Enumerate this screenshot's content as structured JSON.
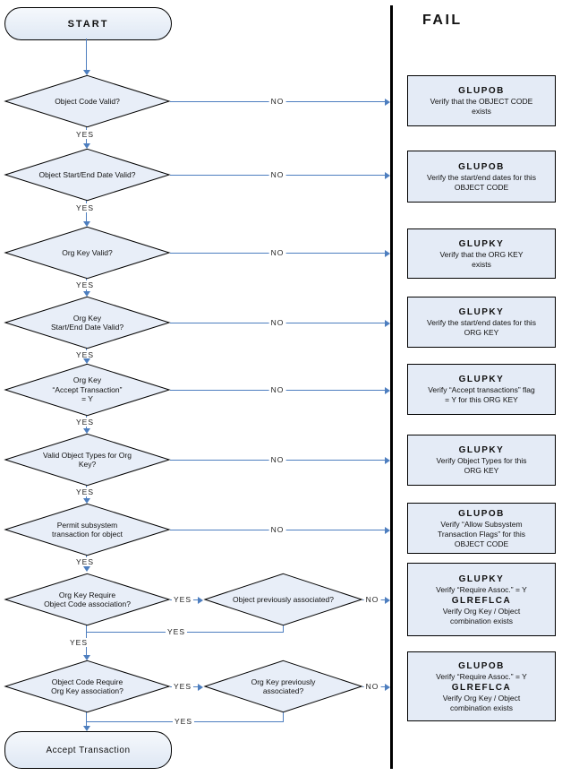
{
  "colors": {
    "line": "#4d7ebf",
    "fill": "#e8eef8",
    "box": "#e4ebf6"
  },
  "labels": {
    "yes": "YES",
    "no": "NO"
  },
  "flow": {
    "start": "START",
    "end": "Accept Transaction",
    "decisions": [
      {
        "label": "Object Code Valid?"
      },
      {
        "label": "Object Start/End Date Valid?"
      },
      {
        "label": "Org Key Valid?"
      },
      {
        "label": "Org Key\nStart/End Date Valid?"
      },
      {
        "label": "Org Key\n“Accept Transaction”\n= Y"
      },
      {
        "label": "Valid Object Types for Org\nKey?"
      },
      {
        "label": "Permit subsystem\ntransaction for object"
      },
      {
        "label": "Org Key Require\nObject Code association?",
        "secondary": "Object previously associated?"
      },
      {
        "label": "Object Code Require\nOrg Key association?",
        "secondary": "Org Key previously\nassociated?"
      }
    ]
  },
  "fail_column": {
    "title": "FAIL",
    "boxes": [
      {
        "title": "GLUPOB",
        "body": "Verify that the OBJECT CODE\nexists"
      },
      {
        "title": "GLUPOB",
        "body": "Verify the start/end dates for this\nOBJECT CODE"
      },
      {
        "title": "GLUPKY",
        "body": "Verify that the ORG KEY\nexists"
      },
      {
        "title": "GLUPKY",
        "body": "Verify the start/end dates for this\nORG KEY"
      },
      {
        "title": "GLUPKY",
        "body": "Verify “Accept transactions” flag\n= Y for this ORG KEY"
      },
      {
        "title": "GLUPKY",
        "body": "Verify Object Types for this\nORG KEY"
      },
      {
        "title": "GLUPOB",
        "body": "Verify “Allow Subsystem\nTransaction Flags” for this\nOBJECT CODE"
      },
      {
        "title": "GLUPKY",
        "body": "Verify “Require Assoc.” = Y",
        "title2": "GLREFLCA",
        "body2": "Verify Org Key / Object\ncombination exists"
      },
      {
        "title": "GLUPOB",
        "body": "Verify “Require Assoc.” = Y",
        "title2": "GLREFLCA",
        "body2": "Verify Org Key / Object\ncombination exists"
      }
    ]
  }
}
